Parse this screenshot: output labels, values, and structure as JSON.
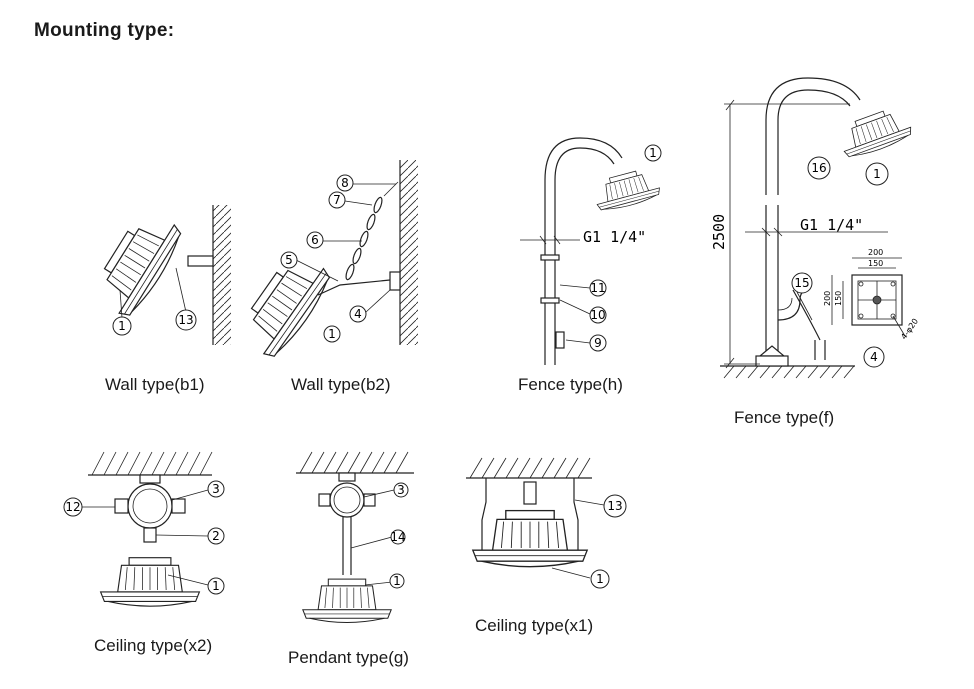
{
  "heading": "Mounting type:",
  "captions": {
    "wall_b1": "Wall type(b1)",
    "wall_b2": "Wall type(b2)",
    "fence_h": "Fence type(h)",
    "fence_f": "Fence type(f)",
    "ceiling_x2": "Ceiling type(x2)",
    "pendant_g": "Pendant type(g)",
    "ceiling_x1": "Ceiling type(x1)"
  },
  "dimensions": {
    "thread_h": "G1 1/4\"",
    "thread_f": "G1  1/4\"",
    "pole_height": "2500",
    "plate_outer": "200",
    "plate_inner": "150",
    "plate_outer_v": "200",
    "plate_inner_v": "150",
    "bolt_holes": "4-φ20"
  },
  "part_numbers": {
    "b1": [
      "1",
      "13"
    ],
    "b2": [
      "8",
      "7",
      "6",
      "5",
      "1",
      "4"
    ],
    "h": [
      "1",
      "11",
      "10",
      "9"
    ],
    "f": [
      "16",
      "1",
      "15",
      "4"
    ],
    "x2": [
      "12",
      "3",
      "2",
      "1"
    ],
    "g": [
      "3",
      "14",
      "1"
    ],
    "x1": [
      "13",
      "1"
    ]
  }
}
